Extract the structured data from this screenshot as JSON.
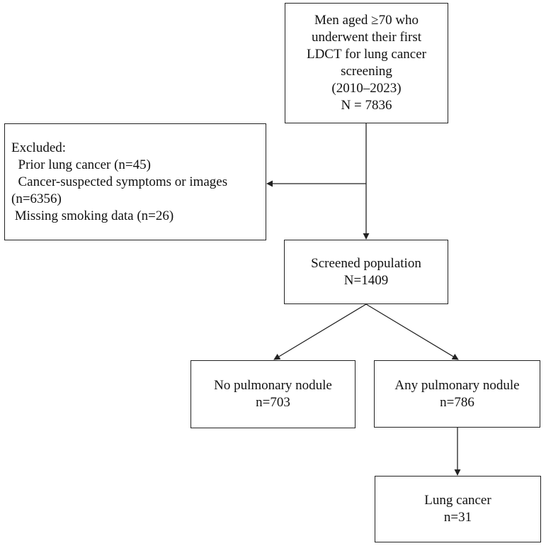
{
  "nodes": {
    "top": {
      "lines": [
        "Men aged ≥70 who",
        "underwent their first",
        "LDCT for lung cancer",
        "screening",
        "(2010–2023)",
        "N = 7836"
      ]
    },
    "excluded": {
      "lines": [
        "Excluded:",
        "  Prior lung cancer (n=45)",
        "  Cancer-suspected symptoms or images",
        "(n=6356)",
        " Missing smoking data (n=26)"
      ]
    },
    "screened": {
      "lines": [
        "Screened population",
        "N=1409"
      ]
    },
    "no_nodule": {
      "lines": [
        "No pulmonary nodule",
        "n=703"
      ]
    },
    "any_nodule": {
      "lines": [
        "Any pulmonary nodule",
        "n=786"
      ]
    },
    "lung_cancer": {
      "lines": [
        "Lung cancer",
        "n=31"
      ]
    }
  },
  "colors": {
    "stroke": "#222222",
    "background": "#ffffff"
  }
}
